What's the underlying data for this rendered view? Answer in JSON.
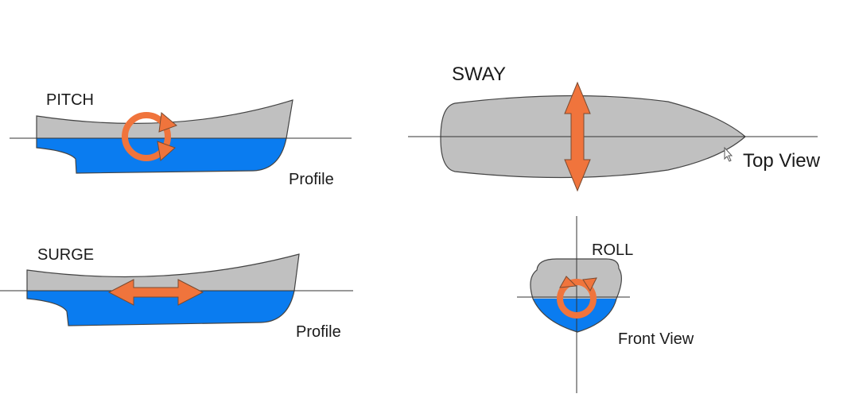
{
  "colors": {
    "hull_above_water": "#c0c0c0",
    "hull_below_water": "#0a7cf0",
    "arrow_fill": "#f0743c",
    "arrow_stroke": "#7a4a30",
    "outline": "#444444",
    "waterline": "#333333"
  },
  "panels": {
    "pitch": {
      "title": "PITCH",
      "view_label": "Profile",
      "motion_icon": "circular-arrow-icon"
    },
    "sway": {
      "title": "SWAY",
      "view_label": "Top View",
      "motion_icon": "vertical-double-arrow-icon"
    },
    "surge": {
      "title": "SURGE",
      "view_label": "Profile",
      "motion_icon": "horizontal-double-arrow-icon"
    },
    "roll": {
      "title": "ROLL",
      "view_label": "Front View",
      "motion_icon": "circular-arrow-icon"
    }
  }
}
